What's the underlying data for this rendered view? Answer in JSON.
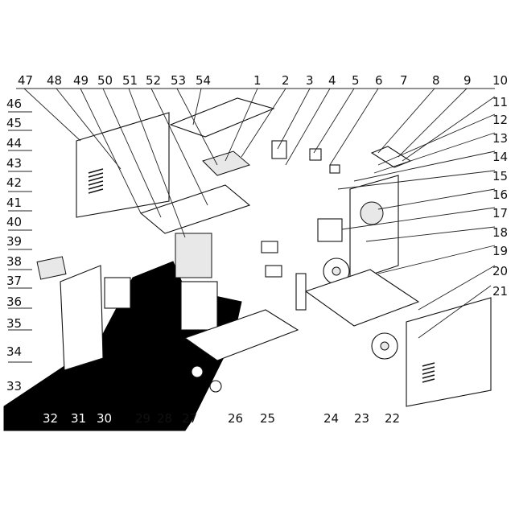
{
  "labels": [
    "1",
    "2",
    "3",
    "4",
    "5",
    "6",
    "7",
    "8",
    "9",
    "10",
    "11",
    "12",
    "13",
    "14",
    "15",
    "16",
    "17",
    "18",
    "19",
    "20",
    "21",
    "22",
    "23",
    "24",
    "25",
    "26",
    "27",
    "28",
    "29",
    "30",
    "31",
    "32",
    "33",
    "34",
    "35",
    "36",
    "37",
    "38",
    "39",
    "40",
    "41",
    "42",
    "43",
    "44",
    "45",
    "46",
    "47",
    "48",
    "49",
    "50",
    "51",
    "52",
    "53",
    "54"
  ]
}
